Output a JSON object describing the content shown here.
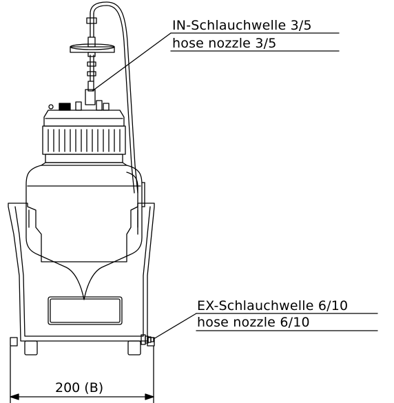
{
  "callouts": {
    "in": {
      "line1": "IN-Schlauchwelle 3/5",
      "line2": "hose nozzle 3/5"
    },
    "ex": {
      "line1": "EX-Schlauchwelle 6/10",
      "line2": "hose nozzle 6/10"
    }
  },
  "dimension": {
    "width_label": "200 (B)"
  }
}
